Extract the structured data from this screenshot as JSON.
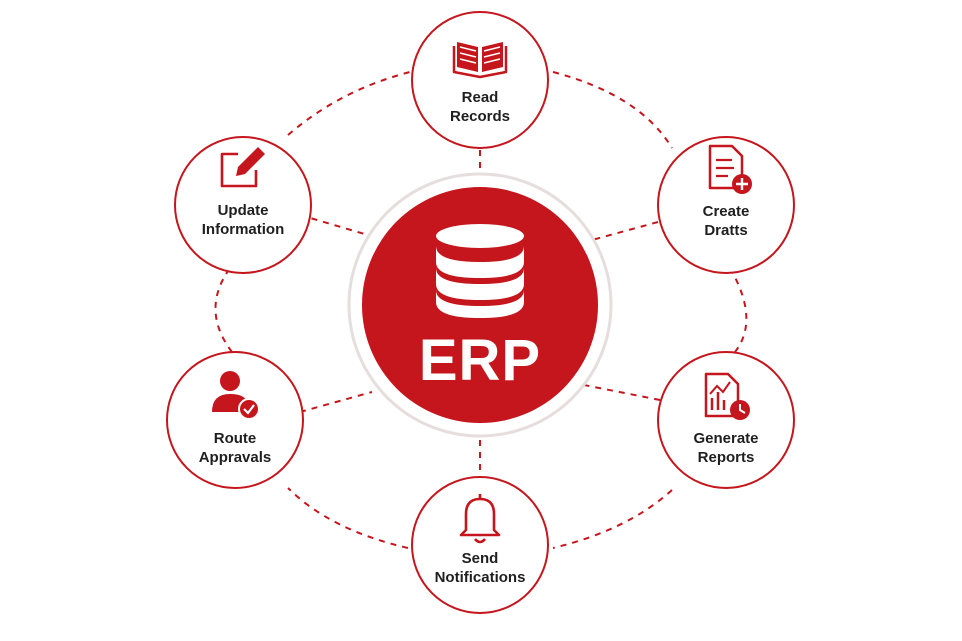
{
  "hub": {
    "label": "ERP",
    "icon": "database-icon"
  },
  "nodes": [
    {
      "id": "read-records",
      "lines": [
        "Read",
        "Records"
      ],
      "icon": "open-book-icon"
    },
    {
      "id": "create-drafts",
      "lines": [
        "Create",
        "Dratts"
      ],
      "icon": "document-plus-icon"
    },
    {
      "id": "generate-reports",
      "lines": [
        "Generate",
        "Reports"
      ],
      "icon": "report-chart-clock-icon"
    },
    {
      "id": "send-notifications",
      "lines": [
        "Send",
        "Notifications"
      ],
      "icon": "bell-icon"
    },
    {
      "id": "route-approvals",
      "lines": [
        "Route",
        "Appravals"
      ],
      "icon": "user-check-icon"
    },
    {
      "id": "update-information",
      "lines": [
        "Update",
        "Information"
      ],
      "icon": "edit-pencil-icon"
    }
  ],
  "colors": {
    "accent": "#c4161c",
    "accent_dark": "#9e0f14",
    "text": "#1f1f1f",
    "ring": "#e6dede"
  }
}
